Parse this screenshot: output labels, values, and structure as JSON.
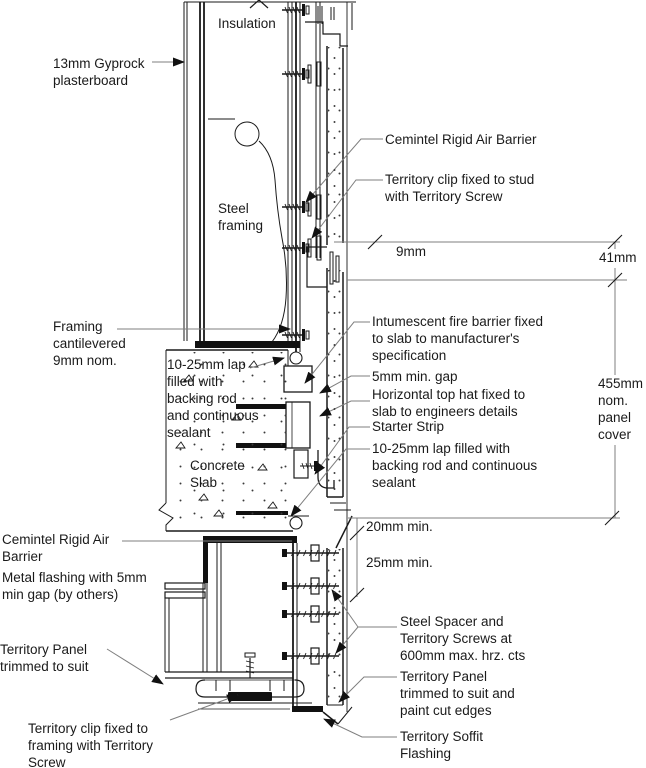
{
  "colors": {
    "line": "#1a1a1a",
    "leader": "#7f7f7f",
    "fill_dark": "#111111",
    "background": "#ffffff"
  },
  "drawing_type": "construction-section-detail",
  "labels": {
    "insulation": "Insulation",
    "gyprock": "13mm Gyprock\nplasterboard",
    "steel_framing": "Steel\nframing",
    "framing_cantilever": "Framing\ncantilevered\n9mm nom.",
    "lap_left": "10-25mm lap\nfilled with\nbacking rod\nand continuous\nsealant",
    "concrete_slab": "Concrete\nSlab",
    "cemintel_left": "Cemintel Rigid Air\nBarrier",
    "metal_flashing": "Metal flashing with 5mm\nmin gap  (by others)",
    "territory_panel_left": "Territory Panel\ntrimmed to suit",
    "territory_clip_left": "Territory clip fixed to\nframing with Territory\nScrew",
    "cemintel_right": "Cemintel Rigid Air Barrier",
    "territory_clip_right": "Territory clip fixed to stud\nwith Territory Screw",
    "intumescent": "Intumescent fire barrier fixed\nto slab to manufacturer's\nspecification",
    "gap_5mm": "5mm min. gap",
    "top_hat": "Horizontal top hat fixed to\nslab to engineers details",
    "starter_strip": "Starter Strip",
    "lap_right": "10-25mm lap filled with\nbacking rod and continuous\nsealant",
    "steel_spacer": "Steel Spacer and\nTerritory Screws at\n600mm max. hrz. cts",
    "territory_panel_right": "Territory Panel\ntrimmed to suit and\npaint cut edges",
    "soffit_flashing": "Territory Soffit\nFlashing"
  },
  "dimensions": {
    "d9": "9mm",
    "d41": "41mm",
    "d455": "455mm\nnom.\npanel\ncover",
    "d20": "20mm min.",
    "d25": "25mm min."
  }
}
